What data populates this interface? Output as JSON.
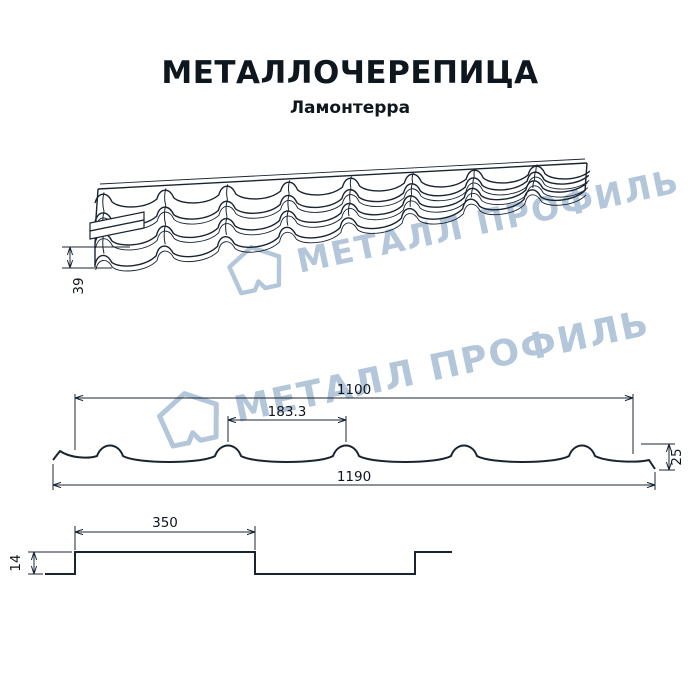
{
  "header": {
    "title": "МЕТАЛЛОЧЕРЕПИЦА",
    "subtitle": "Ламонтерра"
  },
  "watermark": {
    "word1": "МЕТАЛЛ",
    "word2": "ПРОФИЛЬ"
  },
  "drawings": {
    "perspective": {
      "batten_height": "39"
    },
    "profile": {
      "cover_width": "1100",
      "wave_pitch": "183.3",
      "profile_height": "25",
      "overall_width": "1190"
    },
    "longitudinal": {
      "module_length": "350",
      "step_height": "14"
    }
  },
  "colors": {
    "line": "#1a2430",
    "watermark": "#b3c6da"
  }
}
